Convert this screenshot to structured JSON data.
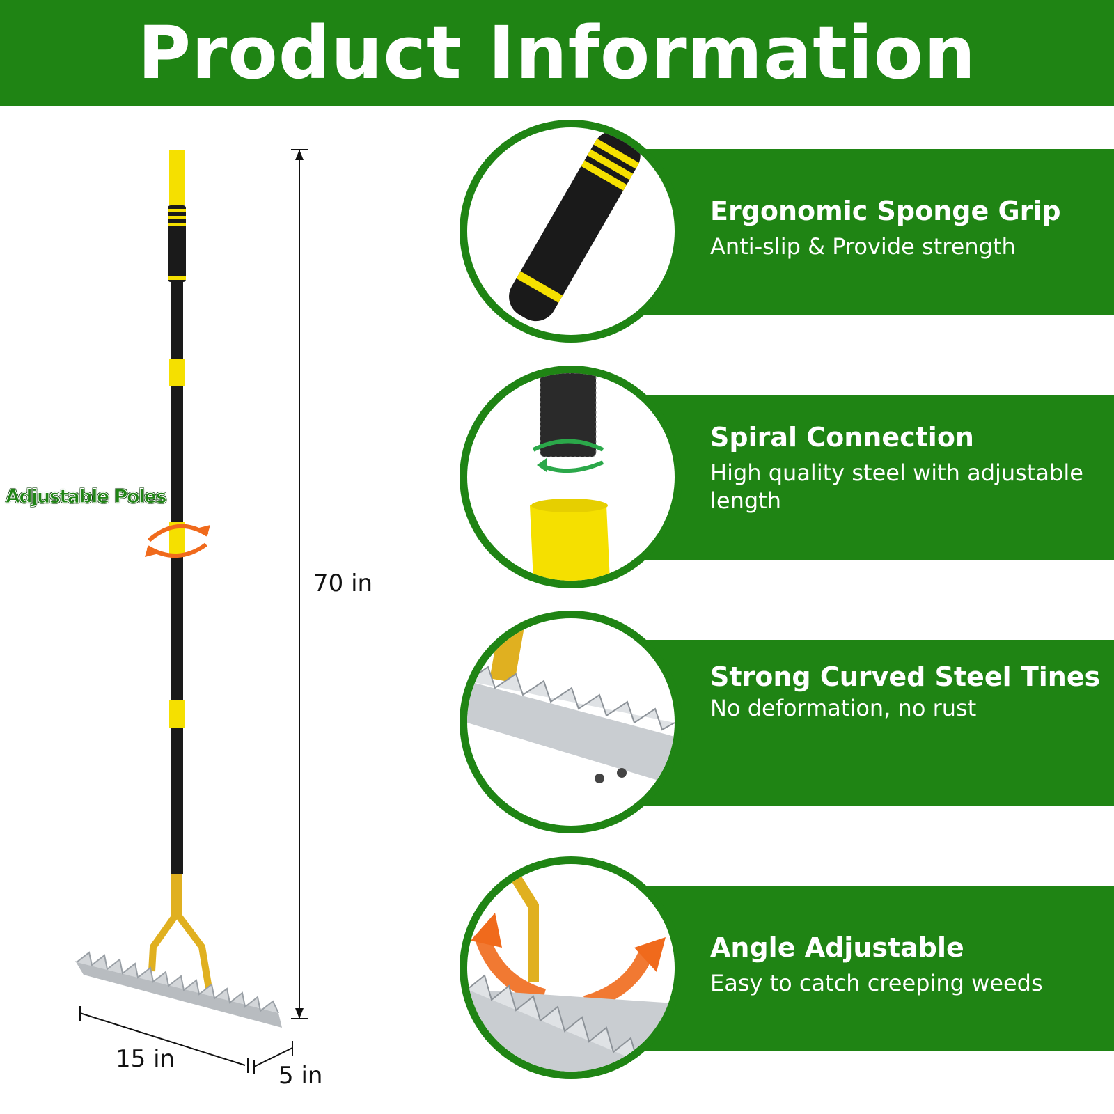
{
  "header": {
    "title": "Product Information"
  },
  "dimensions": {
    "height": "70 in",
    "width": "15 in",
    "depth": "5 in"
  },
  "callout": {
    "adjustable_poles": "Adjustable Poles"
  },
  "features": [
    {
      "title": "Ergonomic Sponge Grip",
      "desc": "Anti-slip & Provide strength"
    },
    {
      "title": "Spiral Connection",
      "desc": "High quality steel with adjustable length"
    },
    {
      "title": "Strong Curved Steel Tines",
      "desc": "No deformation, no rust"
    },
    {
      "title": "Angle Adjustable",
      "desc": "Easy to catch creeping weeds"
    }
  ],
  "colors": {
    "brand_green": "#1f8414",
    "pole_yellow": "#f5e000",
    "pole_black": "#1a1a1a",
    "arrow_orange": "#f06a1c"
  }
}
